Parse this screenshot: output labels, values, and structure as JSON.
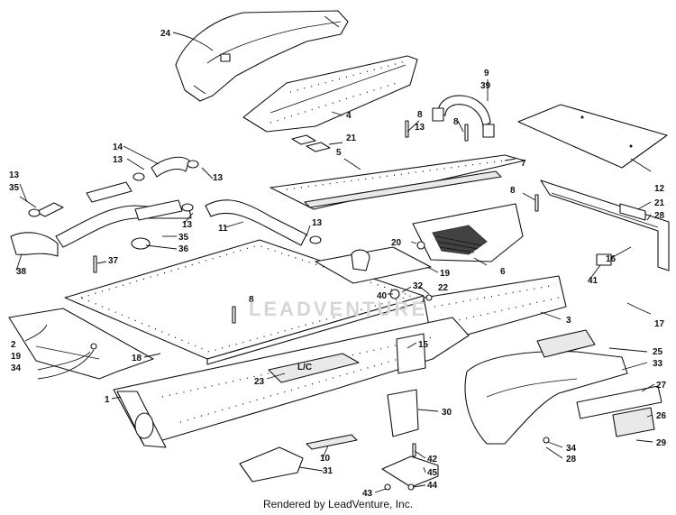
{
  "watermark": "LEADVENTURE",
  "credit": "Rendered by LeadVenture, Inc.",
  "emblem": "L/C",
  "callouts": [
    {
      "id": "c24",
      "text": "24"
    },
    {
      "id": "c4",
      "text": "4"
    },
    {
      "id": "c9",
      "text": "9"
    },
    {
      "id": "c39",
      "text": "39"
    },
    {
      "id": "c8a",
      "text": "8"
    },
    {
      "id": "c8b",
      "text": "8"
    },
    {
      "id": "c13a",
      "text": "13"
    },
    {
      "id": "c21a",
      "text": "21"
    },
    {
      "id": "c5",
      "text": "5"
    },
    {
      "id": "c7",
      "text": "7"
    },
    {
      "id": "c14",
      "text": "14"
    },
    {
      "id": "c13b",
      "text": "13"
    },
    {
      "id": "c13c",
      "text": "13"
    },
    {
      "id": "c12",
      "text": "12"
    },
    {
      "id": "c13d",
      "text": "13"
    },
    {
      "id": "c35a",
      "text": "35"
    },
    {
      "id": "c8c",
      "text": "8"
    },
    {
      "id": "c21b",
      "text": "21"
    },
    {
      "id": "c28a",
      "text": "28"
    },
    {
      "id": "c13e",
      "text": "13"
    },
    {
      "id": "c11",
      "text": "11"
    },
    {
      "id": "c13f",
      "text": "13"
    },
    {
      "id": "c35b",
      "text": "35"
    },
    {
      "id": "c36",
      "text": "36"
    },
    {
      "id": "c20",
      "text": "20"
    },
    {
      "id": "c16",
      "text": "16"
    },
    {
      "id": "c38",
      "text": "38"
    },
    {
      "id": "c37",
      "text": "37"
    },
    {
      "id": "c19a",
      "text": "19"
    },
    {
      "id": "c6",
      "text": "6"
    },
    {
      "id": "c41",
      "text": "41"
    },
    {
      "id": "c40",
      "text": "40"
    },
    {
      "id": "c32",
      "text": "32"
    },
    {
      "id": "c22",
      "text": "22"
    },
    {
      "id": "c8d",
      "text": "8"
    },
    {
      "id": "c17",
      "text": "17"
    },
    {
      "id": "c3",
      "text": "3"
    },
    {
      "id": "c2",
      "text": "2"
    },
    {
      "id": "c19b",
      "text": "19"
    },
    {
      "id": "c34a",
      "text": "34"
    },
    {
      "id": "c18",
      "text": "18"
    },
    {
      "id": "c15",
      "text": "15"
    },
    {
      "id": "c25",
      "text": "25"
    },
    {
      "id": "c33",
      "text": "33"
    },
    {
      "id": "c23",
      "text": "23"
    },
    {
      "id": "c1",
      "text": "1"
    },
    {
      "id": "c27",
      "text": "27"
    },
    {
      "id": "c30",
      "text": "30"
    },
    {
      "id": "c26",
      "text": "26"
    },
    {
      "id": "c34b",
      "text": "34"
    },
    {
      "id": "c28b",
      "text": "28"
    },
    {
      "id": "c29",
      "text": "29"
    },
    {
      "id": "c10",
      "text": "10"
    },
    {
      "id": "c42",
      "text": "42"
    },
    {
      "id": "c31",
      "text": "31"
    },
    {
      "id": "c45",
      "text": "45"
    },
    {
      "id": "c44",
      "text": "44"
    },
    {
      "id": "c43",
      "text": "43"
    }
  ]
}
